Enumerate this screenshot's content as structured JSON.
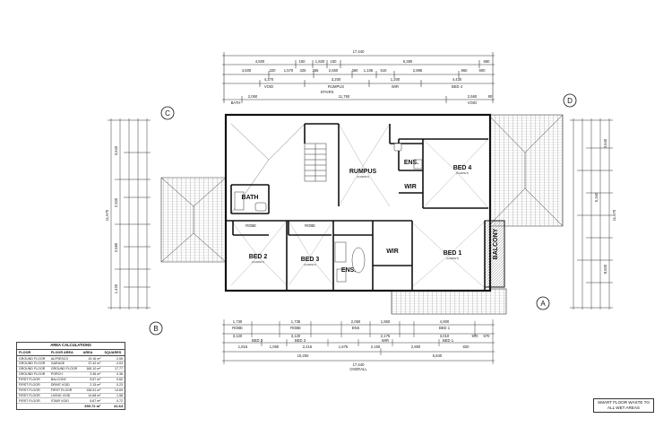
{
  "rooms": {
    "rumpus": "RUMPUS",
    "rumpus_sub": "(CARPET)",
    "bed4": "BED 4",
    "bed4_sub": "(CARPET)",
    "bath": "BATH",
    "ens_top": "ENS.",
    "wir_top": "WIR",
    "robe_left": "ROBE",
    "robe_mid": "ROBE",
    "bed2": "BED 2",
    "bed2_sub": "(CARPET)",
    "bed3": "BED 3",
    "bed3_sub": "(CARPET)",
    "ens_bottom": "ENS.",
    "wir_bottom": "WIR",
    "bed1": "BED 1",
    "bed1_sub": "(CARPET)",
    "balcony": "BALCONY",
    "void": "VOID",
    "stairs": "STAIRS"
  },
  "markers": [
    "A",
    "B",
    "C",
    "D"
  ],
  "dimensions": {
    "top_overall": "17,440",
    "top_row1": [
      "4,500",
      "150",
      "1,920",
      "150",
      "9,380",
      "680"
    ],
    "top_row2": [
      "4,500",
      "320",
      "1,570",
      "325",
      "365",
      "2,650",
      "360",
      "1,105",
      "610",
      "2,895",
      "860",
      "900"
    ],
    "top_row3": [
      "4,370",
      "3,200",
      "1,200",
      "4,430"
    ],
    "top_row3_labels": [
      "VOID",
      "RUMPUS",
      "WIR",
      "BED 4",
      "STAIRS"
    ],
    "top_row4": [
      "2,050",
      "11,750",
      "2,560",
      "90"
    ],
    "top_row4_labels": [
      "BATH",
      "VOID"
    ],
    "right_overall": "11,670",
    "right_row": [
      "3,640",
      "8,600",
      "5,160"
    ],
    "left_total": "11,670",
    "left_dims": [
      "3,640",
      "2,340",
      "2,680",
      "1,420"
    ],
    "bottom_row1": [
      "1,730",
      "1,735",
      "2,050",
      "1,850",
      "4,900"
    ],
    "bottom_row1_labels": [
      "ROBE",
      "ROBE",
      "ENS",
      "BED 1"
    ],
    "bottom_row2": [
      "3,120",
      "3,120",
      "2,175",
      "3,010",
      "970",
      "670"
    ],
    "bottom_row2_labels": [
      "BED 2",
      "BED 3",
      "WIR",
      "BED 1"
    ],
    "bottom_row3": [
      "1,816",
      "1,060",
      "2,415",
      "1,675",
      "2,150",
      "2,850",
      "820"
    ],
    "bottom_row4": [
      "10,250",
      "5,840"
    ],
    "bottom_overall": "17,440",
    "bottom_overall_label": "OVERALL"
  },
  "area_table": {
    "title": "AREA CALCULATIONS",
    "headers": [
      "FLOOR",
      "FLOOR AREA",
      "AREA",
      "SQUARES"
    ],
    "rows": [
      [
        "GROUND FLOOR",
        "ALFRESCO",
        "19.16 m²",
        "2.06"
      ],
      [
        "GROUND FLOOR",
        "GARAGE",
        "37.42 m²",
        "4.03"
      ],
      [
        "GROUND FLOOR",
        "GROUND FLOOR",
        "165.10 m²",
        "17.77"
      ],
      [
        "GROUND FLOOR",
        "PORCH",
        "3.36 m²",
        "0.36"
      ],
      [
        "FIRST FLOOR",
        "BALCONY",
        "5.57 m²",
        "0.60"
      ],
      [
        "FIRST FLOOR",
        "DRIVE VOID",
        "2.15 m²",
        "0.23"
      ],
      [
        "FIRST FLOOR",
        "FIRST FLOOR",
        "136.51 m²",
        "14.69"
      ],
      [
        "FIRST FLOOR",
        "LIVING VOID",
        "14.68 m²",
        "1.58"
      ],
      [
        "FIRST FLOOR",
        "STAIR VOID",
        "6.67 m²",
        "0.72"
      ]
    ],
    "total_area": "390.72 m²",
    "total_squares": "41.64"
  },
  "note": {
    "line1": "SMART FLOOR WASTE TO",
    "line2": "ALL WET AREAS"
  }
}
